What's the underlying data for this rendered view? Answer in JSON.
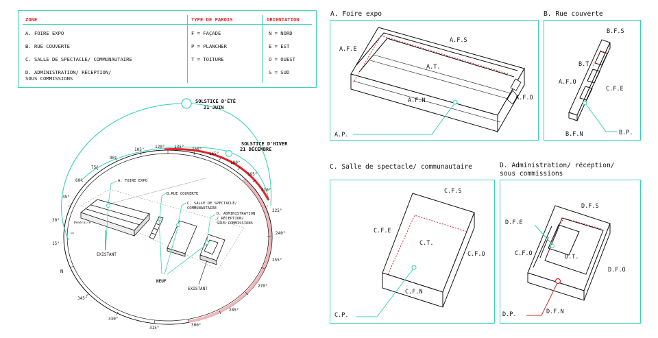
{
  "legend": {
    "zone_header": "ZONE",
    "zones": [
      "A. FOIRE EXPO",
      "B. RUE COUVERTE",
      "C. SALLE DE SPECTACLE/ COMMUNAUTAIRE",
      "D. ADMINISTRATION/ RÉCEPTION/",
      "SOUS COMMISSIONS"
    ],
    "paroi_header": "TYPE DE PAROIS",
    "parois": [
      "F = FAÇADE",
      "P = PLANCHER",
      "T = TOITURE"
    ],
    "orient_header": "ORIENTATION",
    "orients": [
      "N = NORD",
      "E = EST",
      "O = OUEST",
      "S = SUD"
    ]
  },
  "sun_diagram": {
    "summer_title": "SOLSTICE D'ÉTÉ",
    "summer_date": "21 JUIN",
    "winter_title": "SOLSTICE D'HIVER",
    "winter_date": "21 DÉCEMBRE",
    "angles": [
      "15°",
      "30°",
      "45°",
      "60°",
      "75°",
      "90°",
      "105°",
      "120°",
      "135°",
      "150°",
      "165°",
      "180°",
      "195°",
      "210°",
      "225°",
      "240°",
      "255°",
      "270°",
      "285°",
      "300°",
      "315°",
      "330°",
      "345°"
    ],
    "north": "N",
    "zone_a": "A. FOIRE EXPO",
    "zone_b": "B.RUE COUVERTE",
    "zone_c1": "C. SALLE DE SPECTACLE/",
    "zone_c2": "COMMUNAUTAIRE",
    "zone_d1": "D. ADMINISTRATION",
    "zone_d2": "/ RÉCEPTION/",
    "zone_d3": "SOUS COMMISSIONS",
    "existant_left": "EXISTANT",
    "existant_right": "EXISTANT",
    "neuf": "NEUF",
    "small_label": "Pénéraire"
  },
  "panel_a": {
    "title": "A. Foire expo",
    "labels": {
      "afs": "A.F.S",
      "afe": "A.F.E",
      "at": "A.T.",
      "afn": "A.F.N",
      "afo": "A.F.O",
      "ap": "A.P."
    }
  },
  "panel_b": {
    "title": "B. Rue couverte",
    "labels": {
      "bfs": "B.F.S",
      "bt": "B.T",
      "bfo": "A.F.O",
      "bfe": "C.F.E",
      "bp": "B.P.",
      "bfn": "B.F.N"
    }
  },
  "panel_c": {
    "title": "C. Salle de spectacle/ communautaire",
    "labels": {
      "cfs": "C.F.S",
      "cfe": "C.F.E",
      "ct": "C.T.",
      "cfo": "C.F.O",
      "cfn": "C.F.N",
      "cp": "C.P."
    }
  },
  "panel_d": {
    "title1": "D. Administration/ réception/",
    "title2": "sous commissions",
    "labels": {
      "dfs": "D.F.S",
      "dfe": "D.F.E",
      "dfo1": "C.F.O",
      "dt": "D.T.",
      "dfo2": "D.F.O",
      "dp": "D.P.",
      "dfn": "D.F.N"
    }
  },
  "colors": {
    "teal": "#38d4b0",
    "red": "#e0242a"
  }
}
